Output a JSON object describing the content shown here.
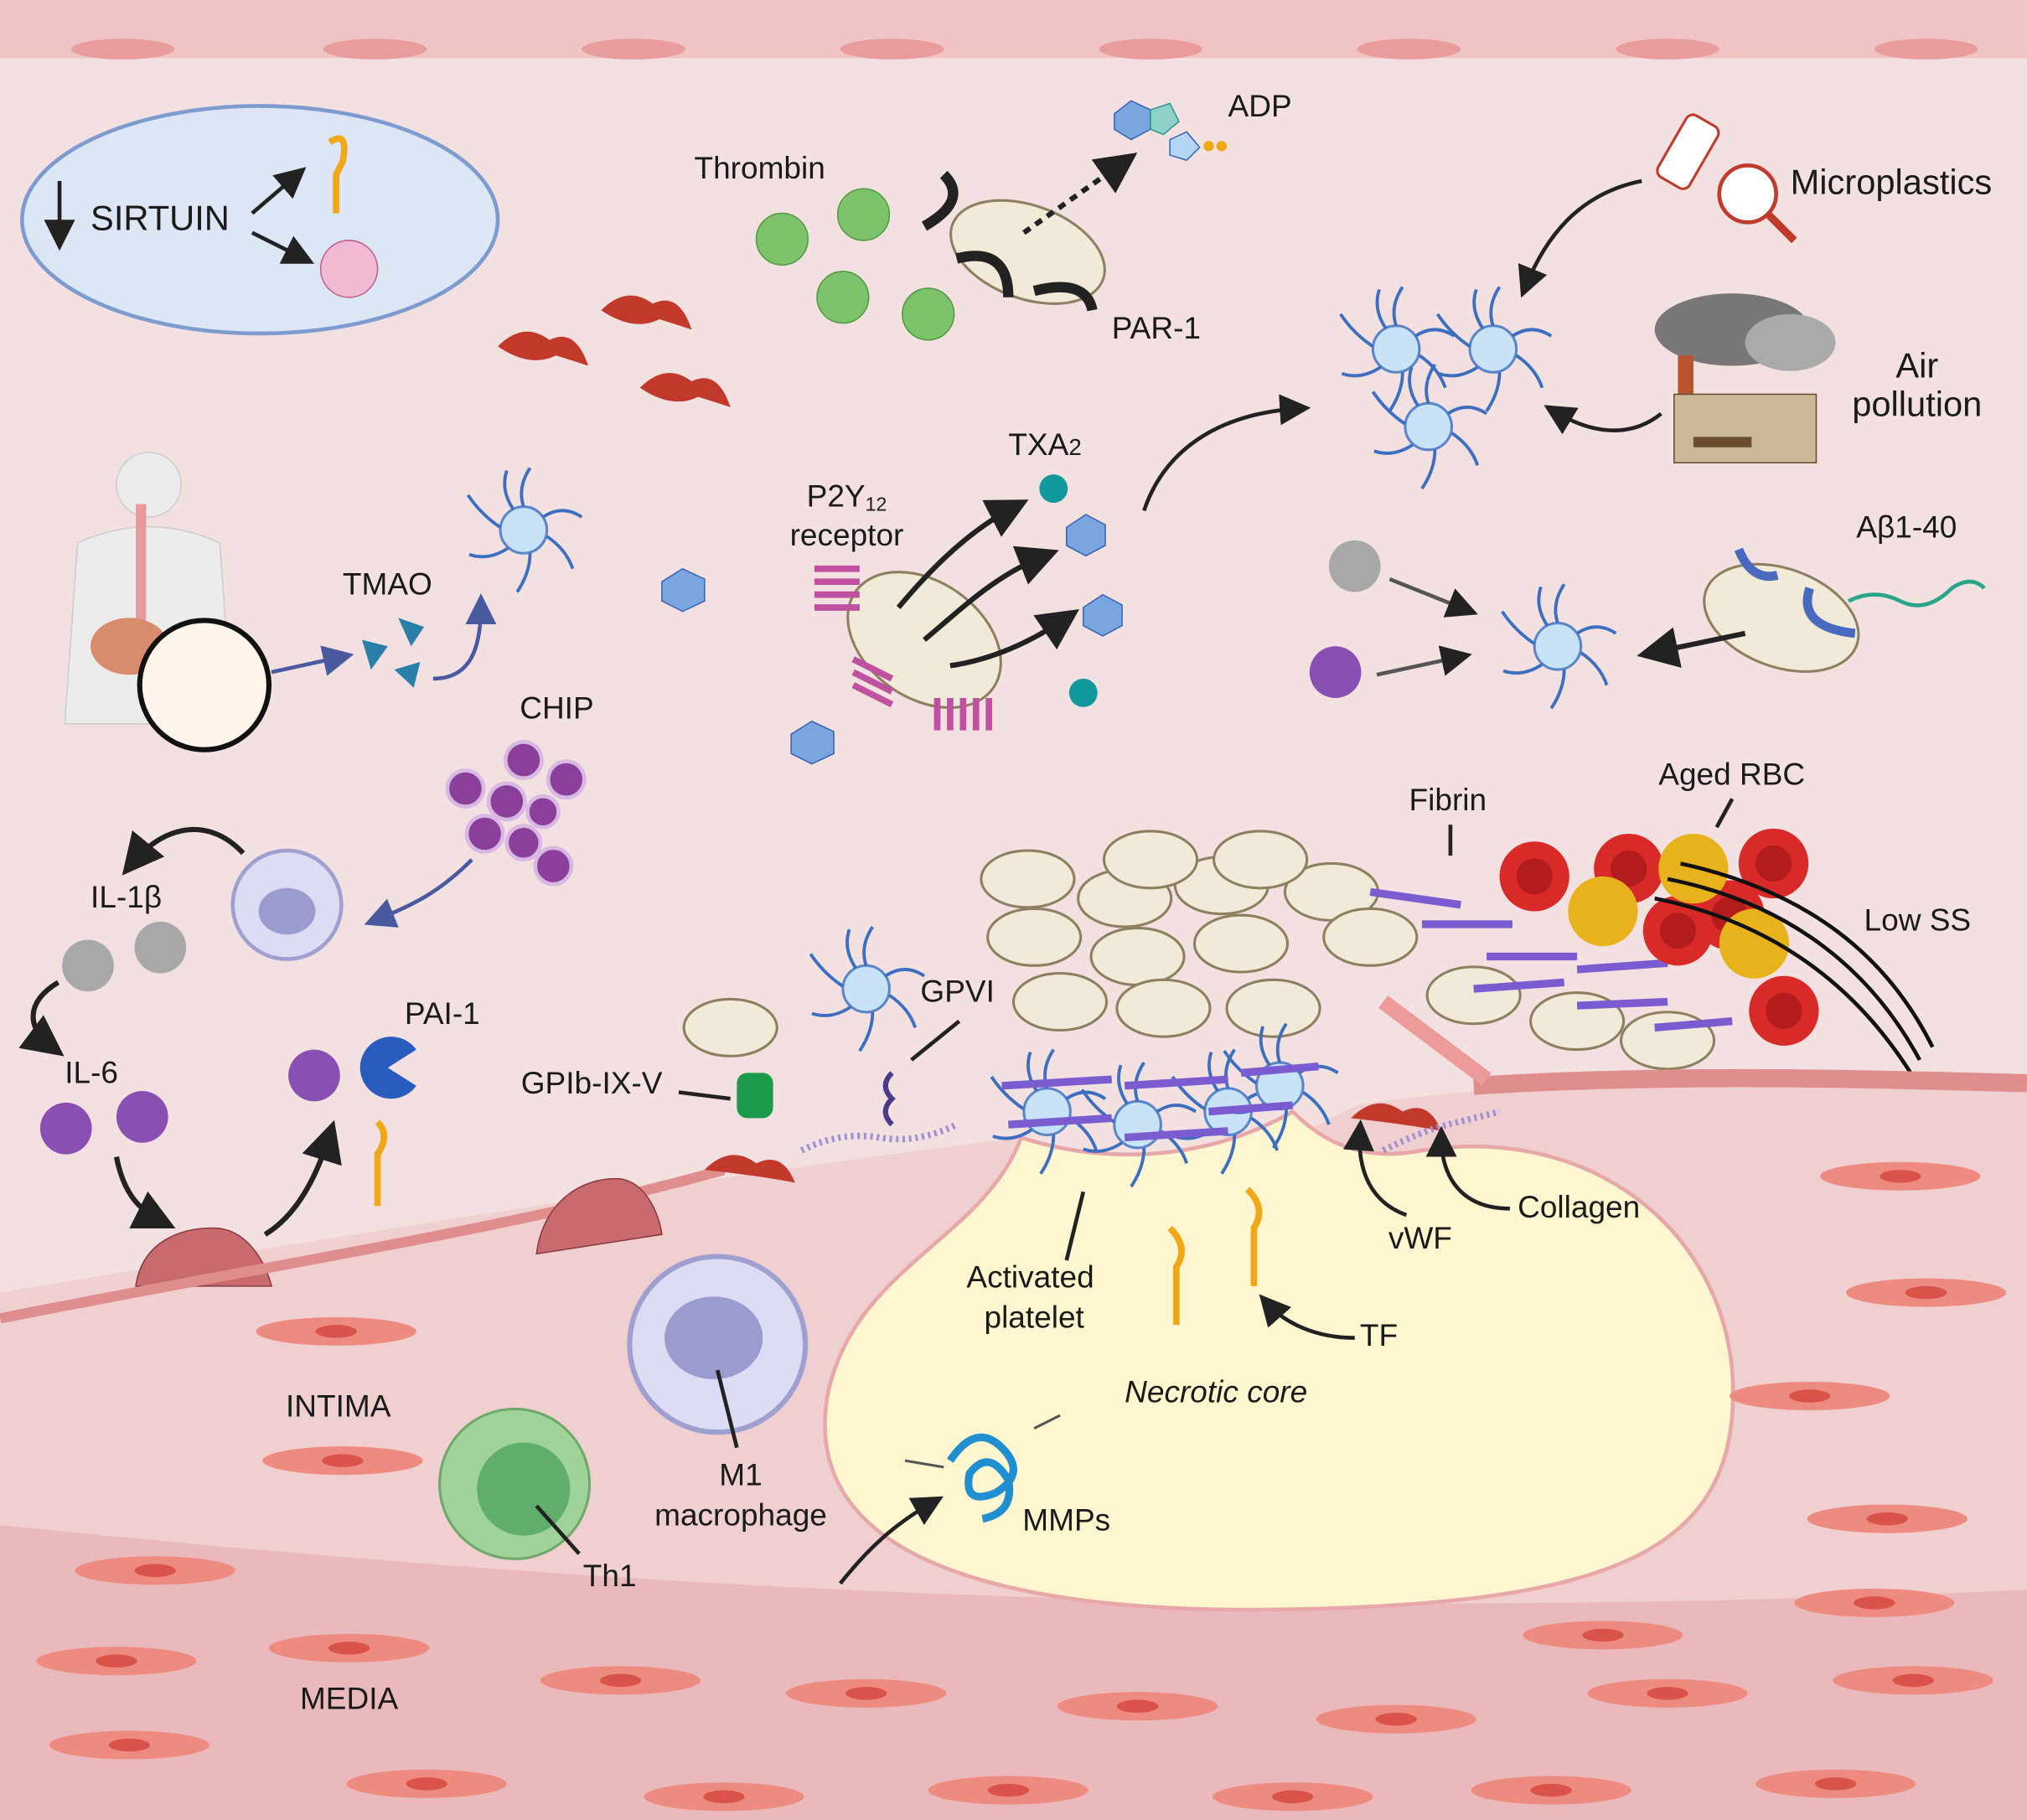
{
  "labels": {
    "sirtuin": "SIRTUIN",
    "thrombin": "Thrombin",
    "adp": "ADP",
    "par1": "PAR-1",
    "microplastics": "Microplastics",
    "air_pollution_1": "Air",
    "air_pollution_2": "pollution",
    "tmao": "TMAO",
    "p2y12_main": "P2Y",
    "p2y12_sub": "12",
    "p2y12_line2": "receptor",
    "txa2_main": "TXA",
    "txa2_sub": "2",
    "abeta": "Aβ1-40",
    "chip": "CHIP",
    "il1b": "IL-1β",
    "il6": "IL-6",
    "pai1": "PAI-1",
    "gpvi": "GPVI",
    "gpib": "GPIb-IX-V",
    "fibrin": "Fibrin",
    "aged_rbc": "Aged RBC",
    "low_ss": "Low SS",
    "collagen": "Collagen",
    "vwf": "vWF",
    "activated_platelet_1": "Activated",
    "activated_platelet_2": "platelet",
    "tf": "TF",
    "necrotic_core": "Necrotic core",
    "intima": "INTIMA",
    "m1_1": "M1",
    "m1_2": "macrophage",
    "mmps": "MMPs",
    "th1": "Th1",
    "media": "MEDIA"
  },
  "colors": {
    "background": "#f3e0e1",
    "media": "#e9b9bb",
    "smooth_muscle": "#ee8b80",
    "necrotic_core": "#fdf6cf",
    "platelet_activated": "#c8e2f7",
    "platelet_resting": "#f1ead8",
    "rbc": "#d92a2a",
    "aged_rbc": "#e7b21b",
    "thrombin": "#7cc36b",
    "il_grey": "#a8a8a8",
    "il_purple": "#8a4fb3",
    "txa2": "#11999e",
    "fibrin": "#7a5bd0"
  }
}
